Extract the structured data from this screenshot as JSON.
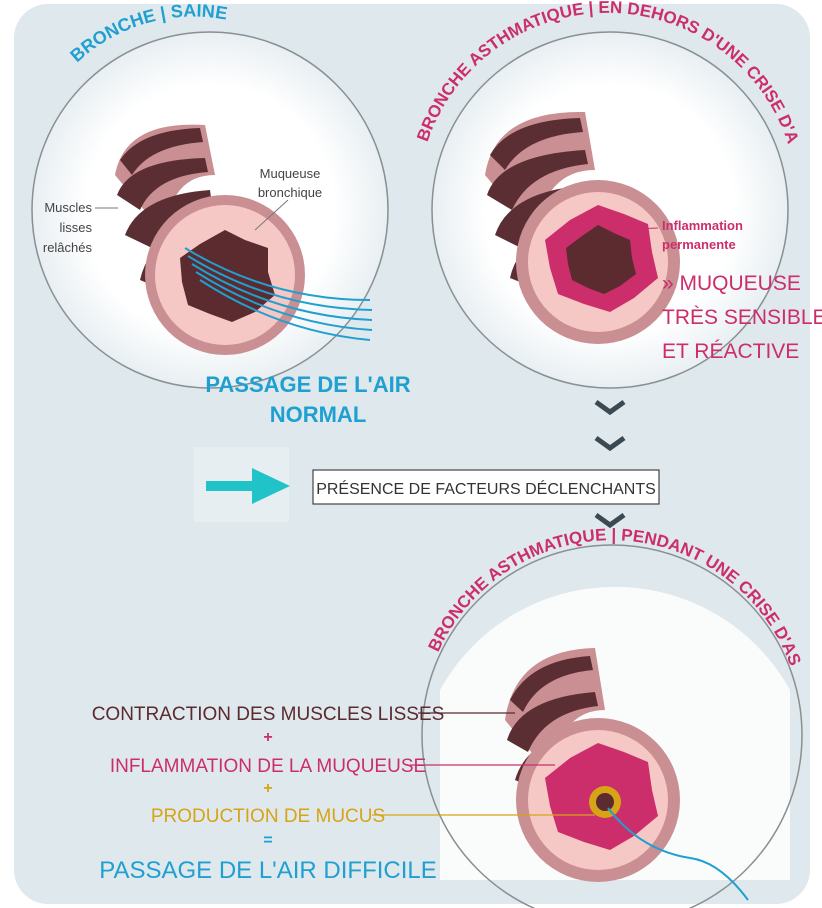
{
  "colors": {
    "panel_bg": "#dfe8ec",
    "blue": "#1fa0d1",
    "pink": "#cc2d6b",
    "brown": "#5a2a2e",
    "gold": "#d6a416",
    "dark": "#2a2a2a",
    "arrow_teal": "#1fc3c8",
    "muscle_light": "#c98f93",
    "muscle_dark": "#5a2e32",
    "mucosa": "#f6c8c5",
    "lumen": "#5b2b2f",
    "inflamed": "#cc2d6b"
  },
  "panel1": {
    "title_left": "BRONCHE",
    "title_right": "SAINE",
    "label_muscles": [
      "Muscles",
      "lisses",
      "relâchés"
    ],
    "label_mucosa": [
      "Muqueuse",
      "bronchique"
    ],
    "air_caption": [
      "PASSAGE DE L'AIR",
      "NORMAL"
    ]
  },
  "panel2": {
    "title_left": "BRONCHE ASTHMATIQUE",
    "title_right": "EN DEHORS D'UNE CRISE D'ASTHME",
    "label_inflammation": [
      "Inflammation",
      "permanente"
    ],
    "caption": [
      "» MUQUEUSE",
      "TRÈS SENSIBLE",
      "ET RÉACTIVE"
    ]
  },
  "trigger": {
    "label": "PRÉSENCE DE FACTEURS DÉCLENCHANTS"
  },
  "panel3": {
    "title_left": "BRONCHE ASTHMATIQUE",
    "title_right": "PENDANT UNE CRISE D'ASTHME",
    "line1": "CONTRACTION DES MUSCLES LISSES",
    "plus1": "+",
    "line2": "INFLAMMATION DE LA MUQUEUSE",
    "plus2": "+",
    "line3": "PRODUCTION DE MUCUS",
    "equals": "=",
    "line4": "PASSAGE DE L'AIR DIFFICILE"
  }
}
